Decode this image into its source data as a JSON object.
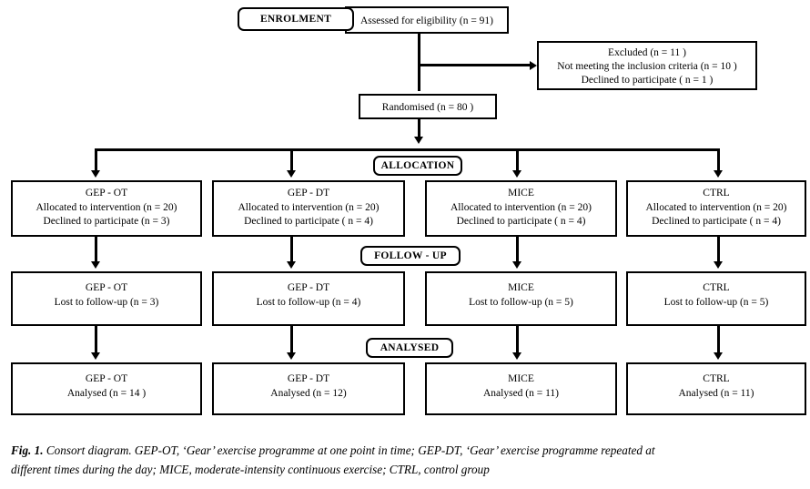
{
  "figure": {
    "type": "consort-flow-diagram",
    "caption_prefix": "Fig. 1.",
    "caption_line1": "Consort diagram. GEP-OT, ‘Gear’ exercise programme at one point in time; GEP-DT, ‘Gear’ exercise programme repeated at",
    "caption_line2": "different times during the day; MICE, moderate-intensity continuous exercise; CTRL, control group"
  },
  "stages": {
    "enrolment": "ENROLMENT",
    "allocation": "ALLOCATION",
    "follow_up": "FOLLOW - UP",
    "analysed": "ANALYSED"
  },
  "enrolment": {
    "assessed": "Assessed for eligibility (n = 91)",
    "excluded": [
      "Excluded (n = 11 )",
      "Not meeting the inclusion criteria (n = 10 )",
      "Declined to participate ( n = 1 )"
    ],
    "randomised": "Randomised (n = 80 )"
  },
  "allocation_boxes": [
    {
      "title": "GEP - OT",
      "lines": [
        "Allocated to intervention (n = 20)",
        "Declined to participate (n = 3)"
      ]
    },
    {
      "title": "GEP - DT",
      "lines": [
        "Allocated to intervention (n = 20)",
        "Declined to participate ( n = 4)"
      ]
    },
    {
      "title": "MICE",
      "lines": [
        "Allocated to intervention (n = 20)",
        "Declined to participate ( n = 4)"
      ]
    },
    {
      "title": "CTRL",
      "lines": [
        "Allocated to intervention (n = 20)",
        "Declined to participate ( n = 4)"
      ]
    }
  ],
  "followup_boxes": [
    {
      "title": "GEP - OT",
      "lines": [
        "Lost to follow-up (n = 3)"
      ]
    },
    {
      "title": "GEP - DT",
      "lines": [
        "Lost to follow-up (n = 4)"
      ]
    },
    {
      "title": "MICE",
      "lines": [
        "Lost to follow-up (n = 5)"
      ]
    },
    {
      "title": "CTRL",
      "lines": [
        "Lost to follow-up (n = 5)"
      ]
    }
  ],
  "analysed_boxes": [
    {
      "title": "GEP - OT",
      "lines": [
        "Analysed (n = 14 )"
      ]
    },
    {
      "title": "GEP - DT",
      "lines": [
        "Analysed (n = 12)"
      ]
    },
    {
      "title": "MICE",
      "lines": [
        "Analysed (n = 11)"
      ]
    },
    {
      "title": "CTRL",
      "lines": [
        "Analysed (n = 11)"
      ]
    }
  ],
  "chart_data": {
    "type": "diagram",
    "title": "Consort diagram",
    "nodes": [
      {
        "id": "assessed",
        "stage": "Enrolment",
        "label": "Assessed for eligibility",
        "n": 91
      },
      {
        "id": "excluded",
        "stage": "Enrolment",
        "label": "Excluded",
        "n": 11,
        "breakdown": [
          {
            "label": "Not meeting the inclusion criteria",
            "n": 10
          },
          {
            "label": "Declined to participate",
            "n": 1
          }
        ]
      },
      {
        "id": "randomised",
        "stage": "Enrolment",
        "label": "Randomised",
        "n": 80
      },
      {
        "id": "alloc_gep_ot",
        "stage": "Allocation",
        "group": "GEP - OT",
        "allocated": 20,
        "declined": 3
      },
      {
        "id": "alloc_gep_dt",
        "stage": "Allocation",
        "group": "GEP - DT",
        "allocated": 20,
        "declined": 4
      },
      {
        "id": "alloc_mice",
        "stage": "Allocation",
        "group": "MICE",
        "allocated": 20,
        "declined": 4
      },
      {
        "id": "alloc_ctrl",
        "stage": "Allocation",
        "group": "CTRL",
        "allocated": 20,
        "declined": 4
      },
      {
        "id": "fu_gep_ot",
        "stage": "Follow - up",
        "group": "GEP - OT",
        "lost_to_followup": 3
      },
      {
        "id": "fu_gep_dt",
        "stage": "Follow - up",
        "group": "GEP - DT",
        "lost_to_followup": 4
      },
      {
        "id": "fu_mice",
        "stage": "Follow - up",
        "group": "MICE",
        "lost_to_followup": 5
      },
      {
        "id": "fu_ctrl",
        "stage": "Follow - up",
        "group": "CTRL",
        "lost_to_followup": 5
      },
      {
        "id": "an_gep_ot",
        "stage": "Analysed",
        "group": "GEP - OT",
        "analysed": 14
      },
      {
        "id": "an_gep_dt",
        "stage": "Analysed",
        "group": "GEP - DT",
        "analysed": 12
      },
      {
        "id": "an_mice",
        "stage": "Analysed",
        "group": "MICE",
        "analysed": 11
      },
      {
        "id": "an_ctrl",
        "stage": "Analysed",
        "group": "CTRL",
        "analysed": 11
      }
    ],
    "edges": [
      {
        "from": "assessed",
        "to": "excluded"
      },
      {
        "from": "assessed",
        "to": "randomised"
      },
      {
        "from": "randomised",
        "to": "alloc_gep_ot"
      },
      {
        "from": "randomised",
        "to": "alloc_gep_dt"
      },
      {
        "from": "randomised",
        "to": "alloc_mice"
      },
      {
        "from": "randomised",
        "to": "alloc_ctrl"
      },
      {
        "from": "alloc_gep_ot",
        "to": "fu_gep_ot"
      },
      {
        "from": "alloc_gep_dt",
        "to": "fu_gep_dt"
      },
      {
        "from": "alloc_mice",
        "to": "fu_mice"
      },
      {
        "from": "alloc_ctrl",
        "to": "fu_ctrl"
      },
      {
        "from": "fu_gep_ot",
        "to": "an_gep_ot"
      },
      {
        "from": "fu_gep_dt",
        "to": "an_gep_dt"
      },
      {
        "from": "fu_mice",
        "to": "an_mice"
      },
      {
        "from": "fu_ctrl",
        "to": "an_ctrl"
      }
    ]
  }
}
